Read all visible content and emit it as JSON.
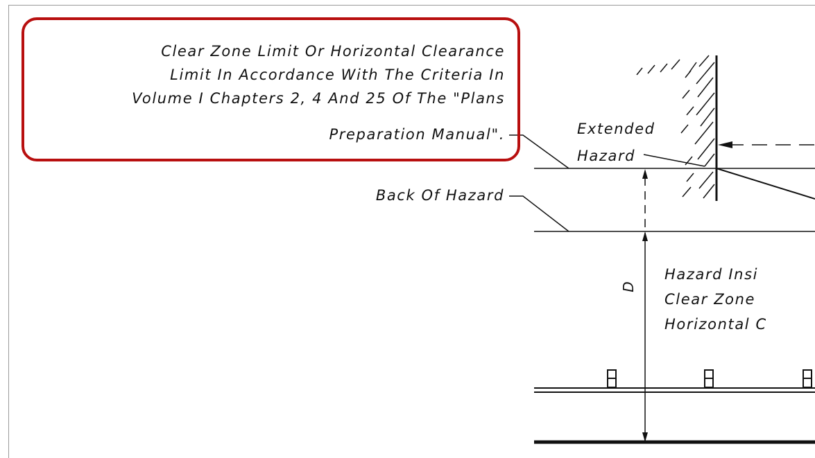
{
  "callout": {
    "lines": [
      "Clear Zone Limit Or Horizontal Clearance",
      "Limit In Accordance With The Criteria In",
      "Volume I  Chapters 2, 4 And 25 Of The \"Plans",
      "Preparation Manual\"."
    ]
  },
  "labels": {
    "back_of_hazard": "Back Of Hazard",
    "extended_1": "Extended",
    "extended_2": "Hazard",
    "inside_1": "Hazard Insi",
    "inside_2": "Clear Zone",
    "inside_3": "Horizontal C",
    "dimension": "D"
  },
  "colors": {
    "callout_border": "#b80f0f",
    "line": "#111111"
  }
}
